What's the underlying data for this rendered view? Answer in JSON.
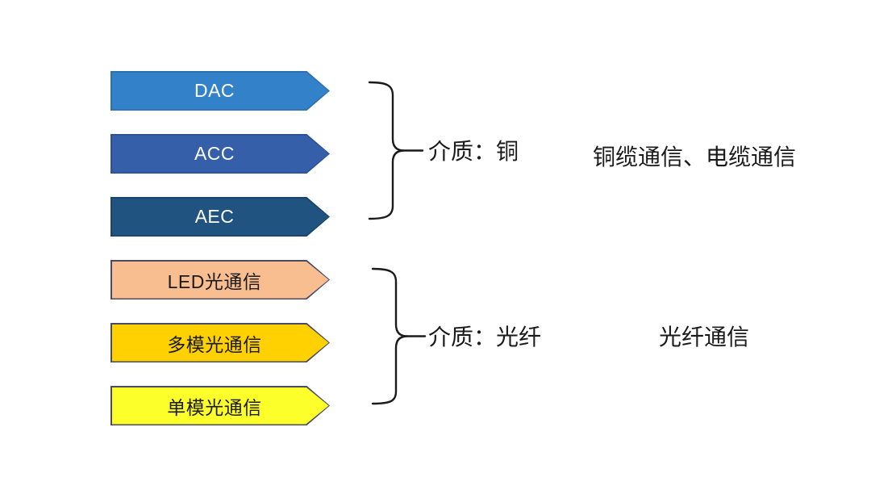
{
  "groups": [
    {
      "brace_label": "介质：铜",
      "note": "铜缆通信、电缆通信",
      "items": [
        {
          "label": "DAC",
          "fill": "#3381C9",
          "border": "#2D6FB0",
          "text_color": "#FFFFFF"
        },
        {
          "label": "ACC",
          "fill": "#3560A9",
          "border": "#2C509A",
          "text_color": "#FFFFFF"
        },
        {
          "label": "AEC",
          "fill": "#215380",
          "border": "#19436C",
          "text_color": "#FFFFFF"
        }
      ]
    },
    {
      "brace_label": "介质：光纤",
      "note": "光纤通信",
      "items": [
        {
          "label": "LED光通信",
          "fill": "#F9BE8F",
          "border": "#4A4A66",
          "text_color": "#1A1A1A"
        },
        {
          "label": "多模光通信",
          "fill": "#FFD100",
          "border": "#4A4A66",
          "text_color": "#1A1A1A"
        },
        {
          "label": "单模光通信",
          "fill": "#FDFF2B",
          "border": "#4A4A66",
          "text_color": "#1A1A1A"
        }
      ]
    }
  ],
  "colors": {
    "background": "#FFFFFF",
    "brace": "#1A1A1A",
    "label_text": "#1A1A1A"
  }
}
